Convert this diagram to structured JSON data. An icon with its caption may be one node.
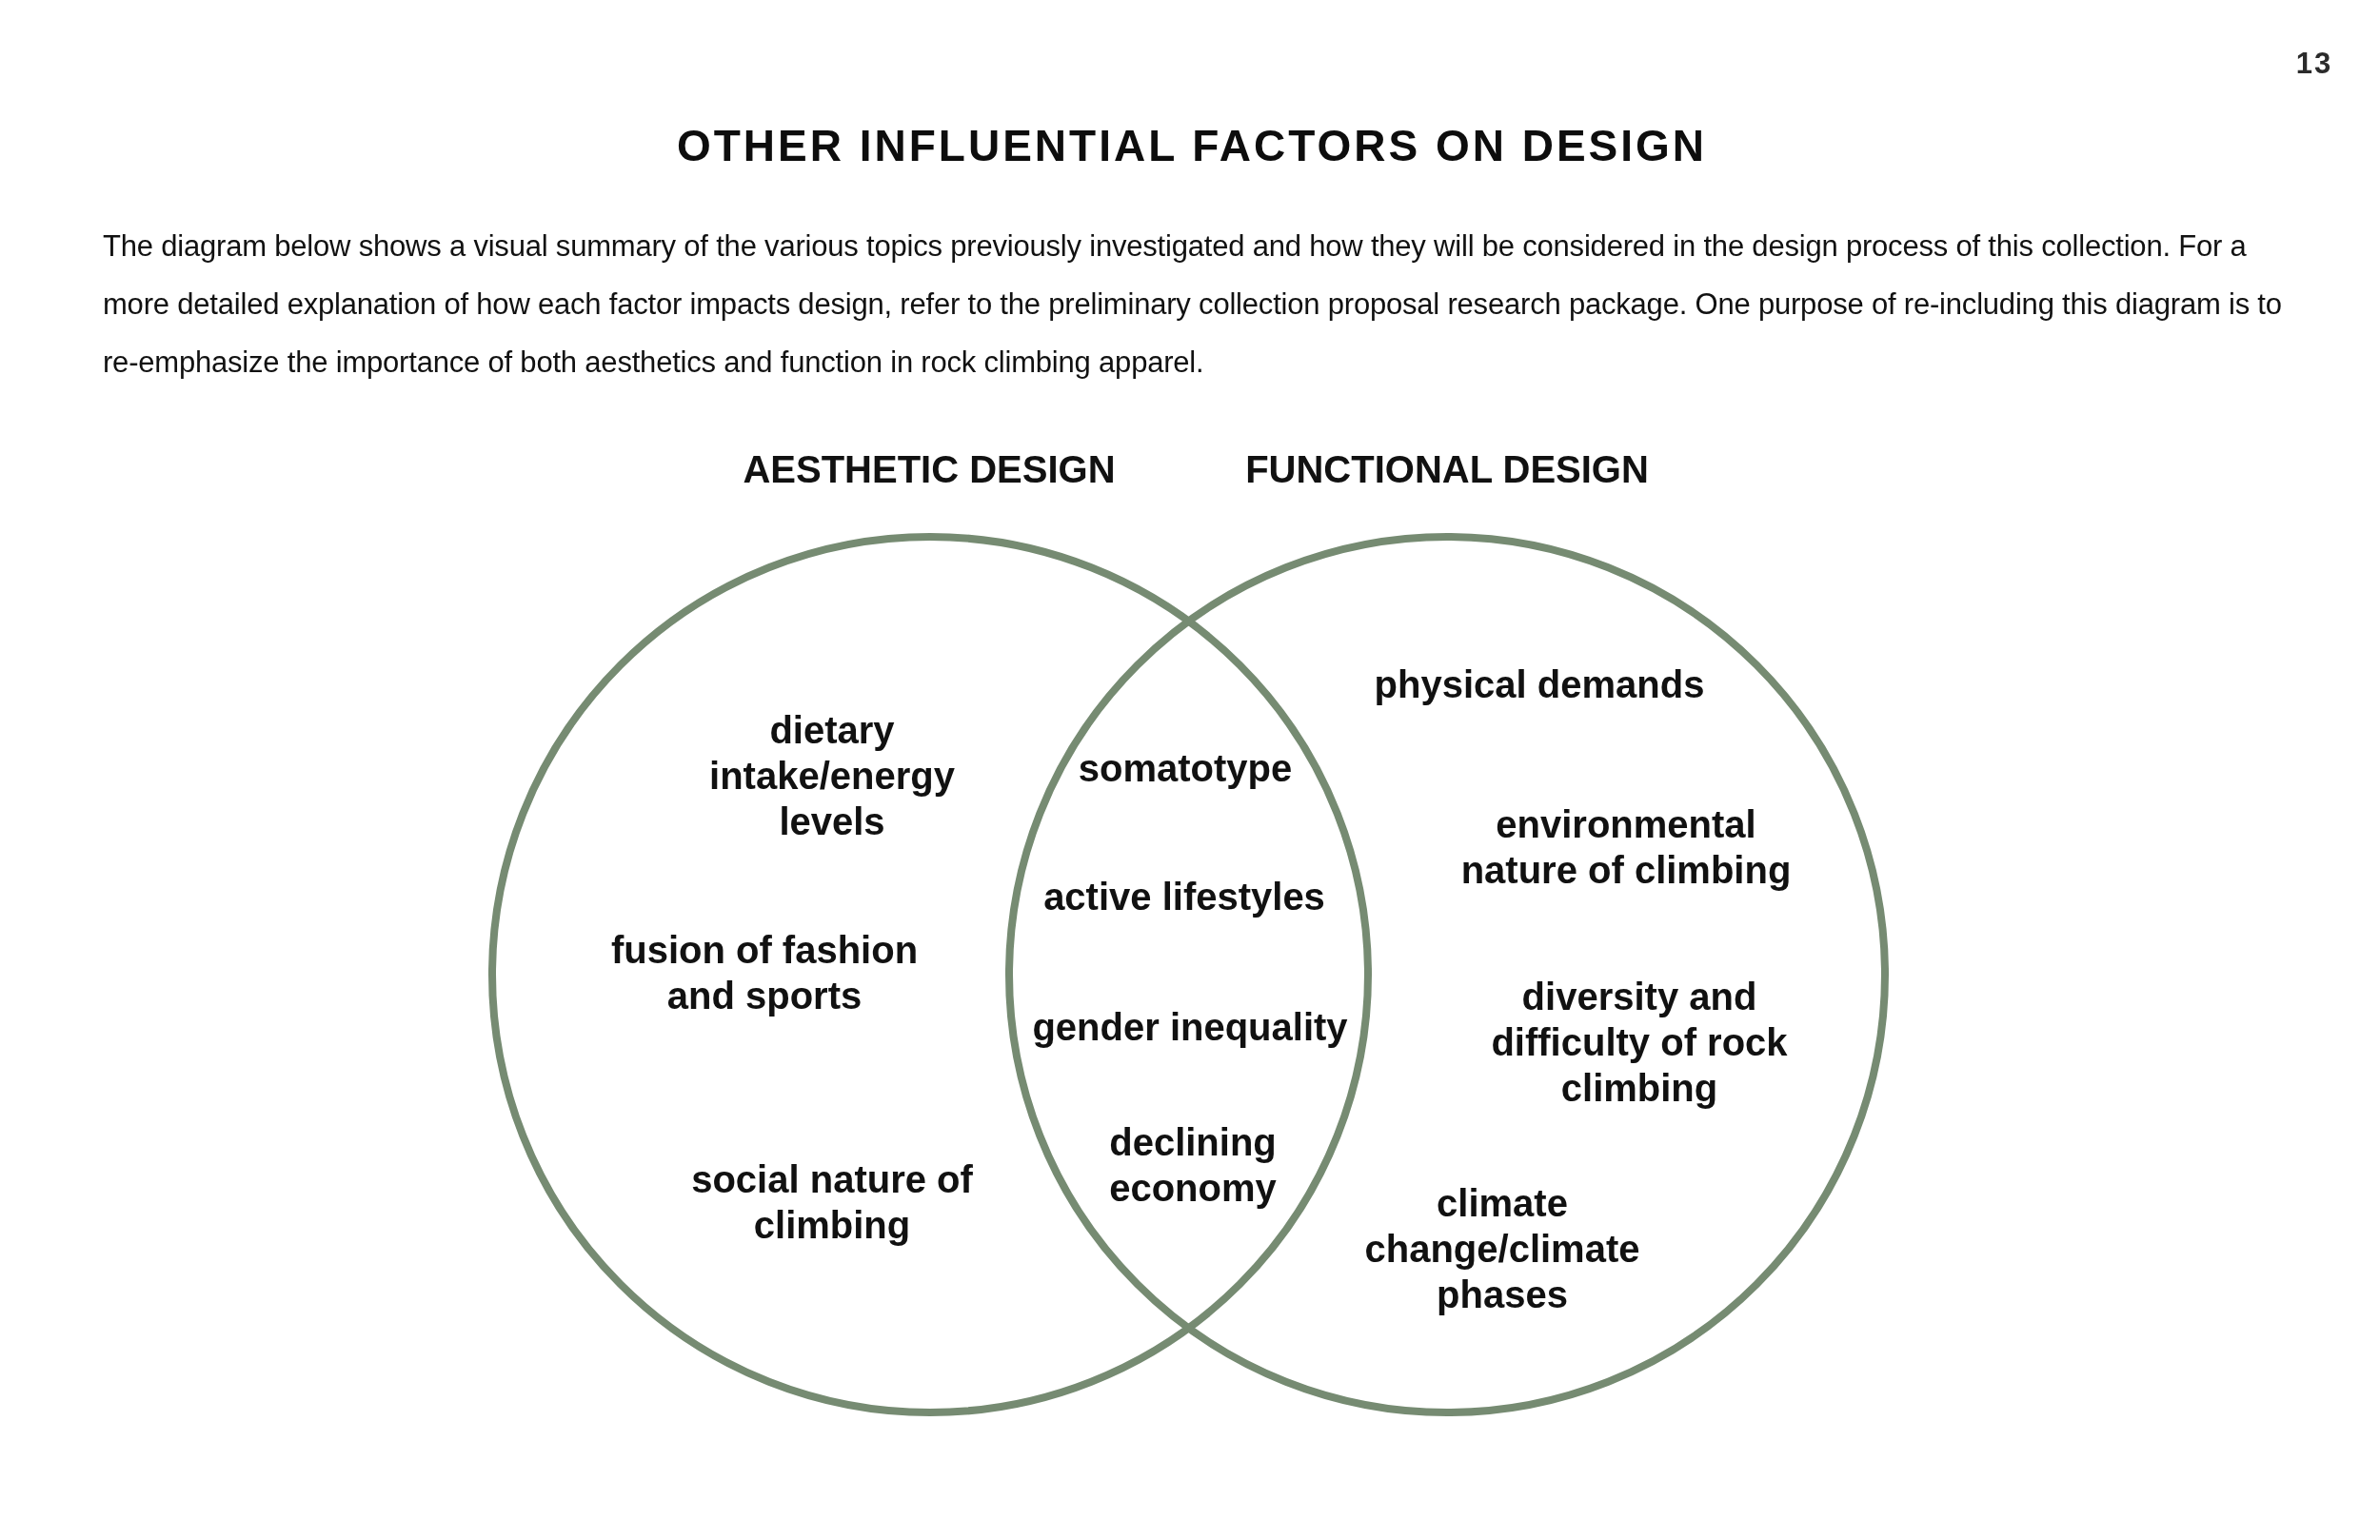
{
  "diagram": {
    "title": "OTHER INFLUENTIAL FACTORS ON DESIGN",
    "nodes": [
      {
        "text": [
          "AESTHETIC DESIGN",
          "dietary intake/energy levels",
          "fusion of fashion and sports",
          "social nature of climbing"
        ]
      },
      {
        "text": [
          "FUNCTIONAL DESIGN",
          "physical demands",
          "environmental nature of climbing",
          "diversity and difficulty of rock climbing",
          "climate change/climate phases"
        ]
      }
    ],
    "labels": [
      "13",
      "The diagram below shows a visual summary of the various topics previously investigated and how they will be considered in the design process of this collection. For a more detailed explanation of how each factor impacts design, refer to the preliminary collection proposal research package. One purpose of re-including this diagram is to re-emphasize the importance of both aesthetics and function in rock climbing apparel.",
      "somatotype",
      "active lifestyles",
      "gender inequality",
      "declining economy"
    ]
  }
}
